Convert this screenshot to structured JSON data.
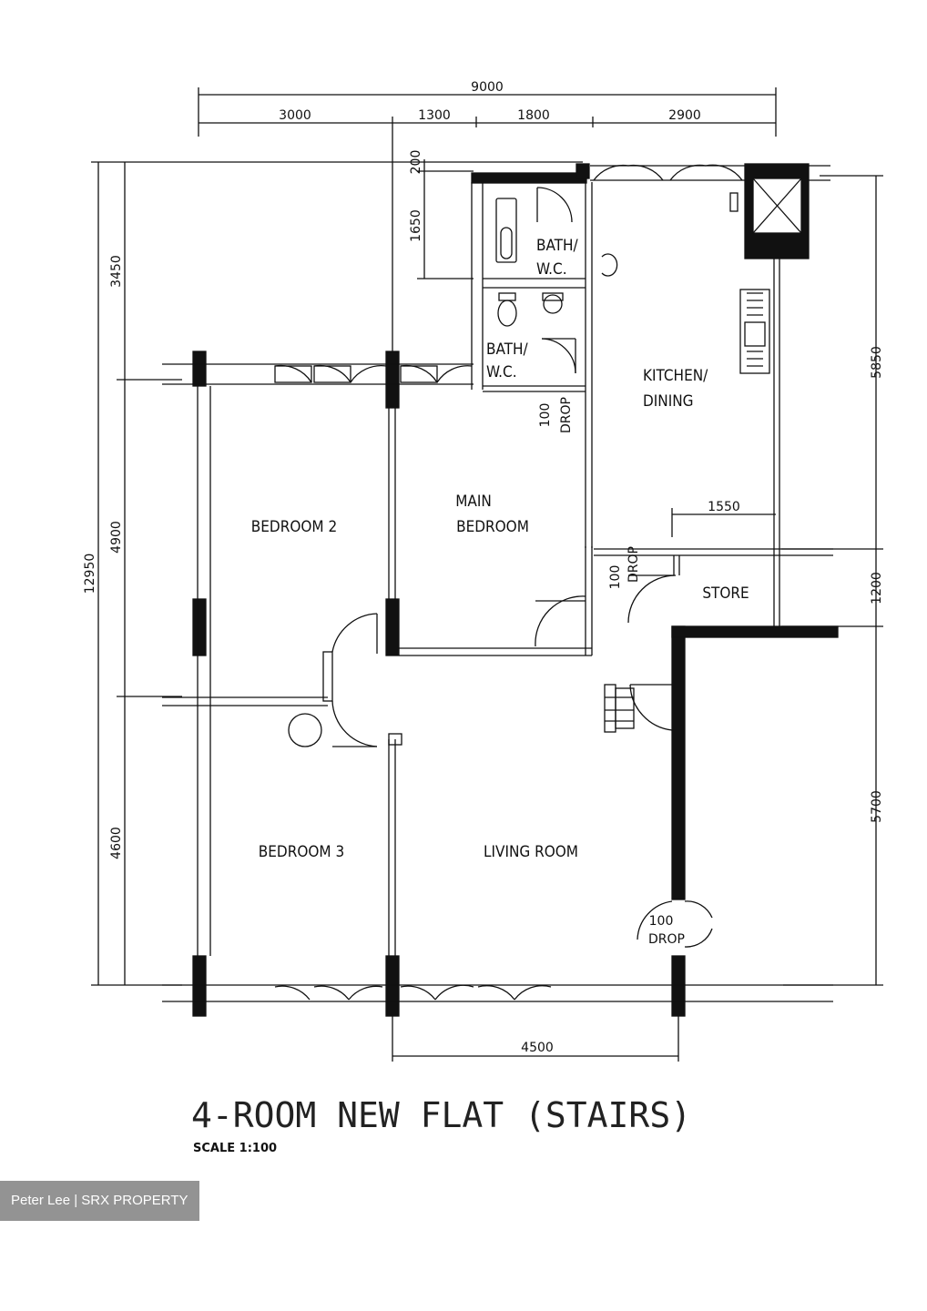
{
  "title": "4-ROOM NEW FLAT (STAIRS)",
  "scale": "SCALE  1:100",
  "watermark": "Peter Lee | SRX PROPERTY",
  "rooms": {
    "bath_upper_line1": "BATH/",
    "bath_upper_line2": "W.C.",
    "bath_lower_line1": "BATH/",
    "bath_lower_line2": "W.C.",
    "kitchen_line1": "KITCHEN/",
    "kitchen_line2": "DINING",
    "bedroom2": "BEDROOM 2",
    "main_bedroom_line1": "MAIN",
    "main_bedroom_line2": "BEDROOM",
    "store": "STORE",
    "bedroom3": "BEDROOM 3",
    "living_room": "LIVING ROOM"
  },
  "drops": [
    {
      "value": "100",
      "label": "DROP"
    },
    {
      "value": "100",
      "label": "DROP"
    },
    {
      "value": "100",
      "label": "DROP"
    }
  ],
  "dimensions": {
    "top_total": "9000",
    "top_segments": [
      "3000",
      "1300",
      "1800",
      "2900"
    ],
    "left_total": "12950",
    "left_segments": [
      "3450",
      "4900",
      "4600"
    ],
    "right_segments": [
      "5850",
      "1200",
      "5700"
    ],
    "bath_offset": "200",
    "bath_depth": "1650",
    "store_width": "1550",
    "bottom": "4500"
  }
}
